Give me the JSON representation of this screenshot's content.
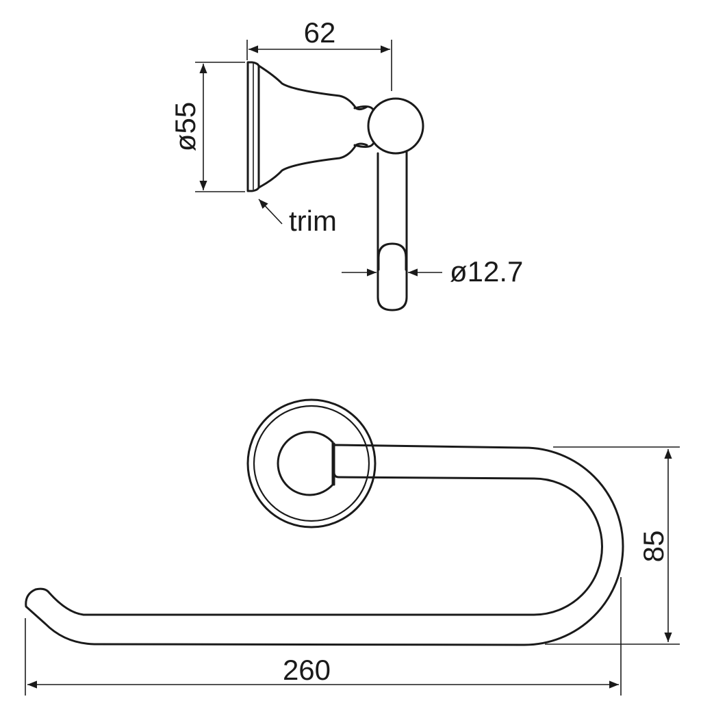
{
  "dimensions": {
    "depth": "62",
    "rosette_diameter": "ø55",
    "bar_diameter": "ø12.7",
    "height": "85",
    "width": "260"
  },
  "labels": {
    "trim": "trim"
  }
}
